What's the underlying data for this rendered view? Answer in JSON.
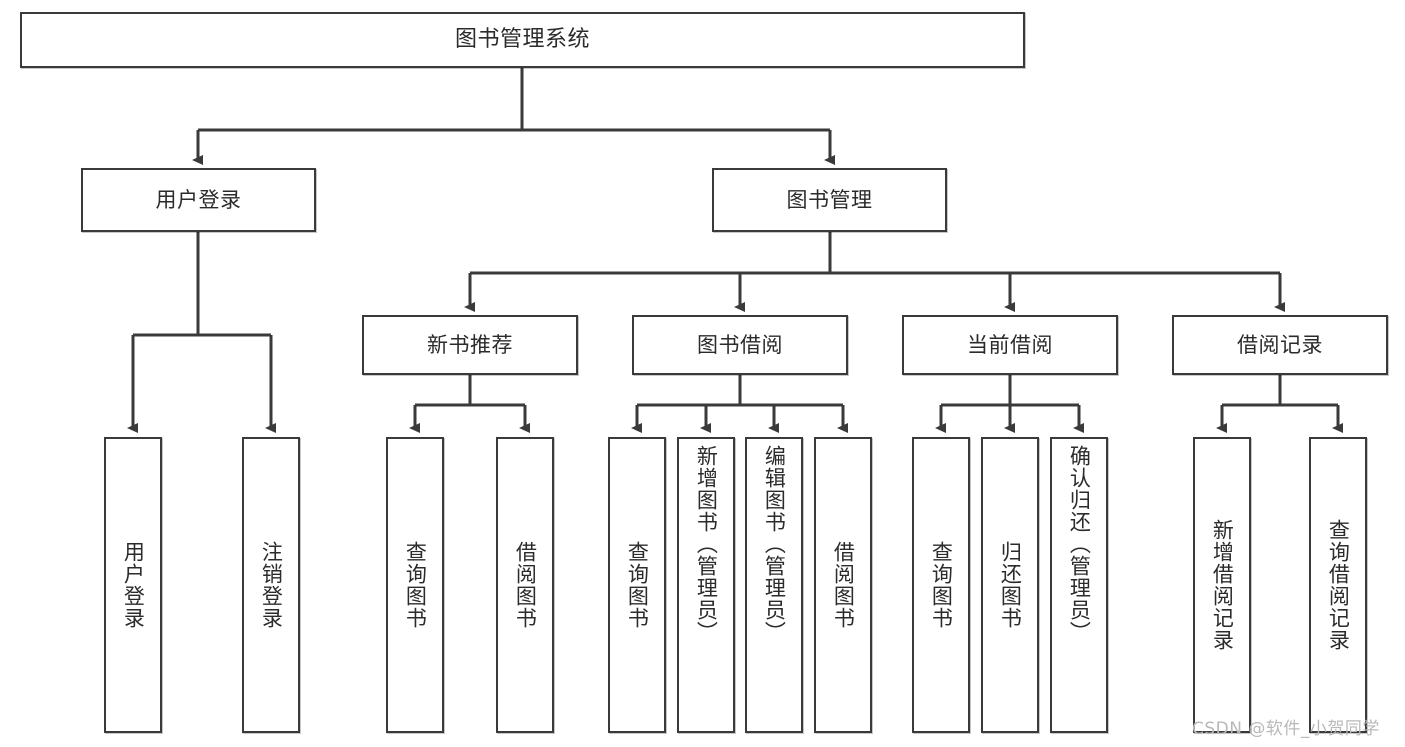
{
  "diagram": {
    "title": "图书管理系统",
    "type": "tree",
    "colors": {
      "node_border": "#3a3a3a",
      "node_fill": "#ffffff",
      "link": "#3a3a3a",
      "text": "#2b2b2b",
      "watermark": "#b9b9b9"
    },
    "root": {
      "label": "图书管理系统"
    },
    "level2": [
      {
        "label": "用户登录"
      },
      {
        "label": "图书管理"
      }
    ],
    "level3": [
      {
        "label": "新书推荐"
      },
      {
        "label": "图书借阅"
      },
      {
        "label": "当前借阅"
      },
      {
        "label": "借阅记录"
      }
    ],
    "leaves": {
      "user_login": [
        {
          "label": "用户登录"
        },
        {
          "label": "注销登录"
        }
      ],
      "new_book_recommend": [
        {
          "label": "查询图书"
        },
        {
          "label": "借阅图书"
        }
      ],
      "book_borrow": [
        {
          "label": "查询图书"
        },
        {
          "label": "新增图书（管理员）"
        },
        {
          "label": "编辑图书（管理员）"
        },
        {
          "label": "借阅图书"
        }
      ],
      "current_borrow": [
        {
          "label": "查询图书"
        },
        {
          "label": "归还图书"
        },
        {
          "label": "确认归还（管理员）"
        }
      ],
      "borrow_records": [
        {
          "label": "新增借阅记录"
        },
        {
          "label": "查询借阅记录"
        }
      ]
    }
  },
  "watermark": {
    "text": "CSDN @软件_小贺同学"
  }
}
